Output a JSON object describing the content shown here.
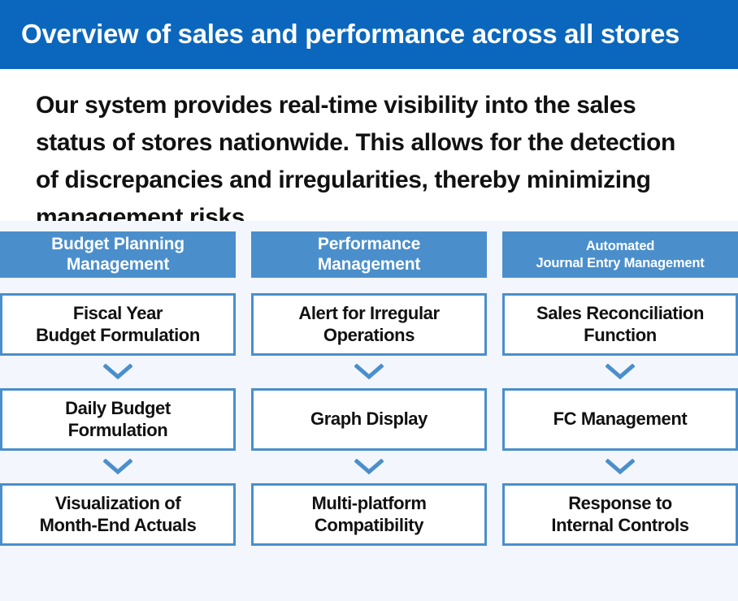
{
  "header": {
    "title": "Overview of sales and performance across all stores",
    "bar_color": "#0b67bd",
    "text_color": "#ffffff"
  },
  "intro": {
    "text": "Our system provides real-time visibility into the sales status of stores nationwide. This allows for the detection of discrepancies and irregularities, thereby minimizing management risks."
  },
  "theme": {
    "accent": "#4a8fcc",
    "header_blue": "#0b67bd",
    "section_bg": "#f3f6fc",
    "box_bg": "#ffffff",
    "text_dark": "#111111"
  },
  "matrix": {
    "arrow_icon": "chevron-down-icon",
    "columns": [
      {
        "header": "Budget Planning\nManagement",
        "header_line1": "Budget Planning",
        "header_line2": "Management",
        "header_size": "large",
        "nodes": [
          {
            "line1": "Fiscal Year",
            "line2": "Budget Formulation"
          },
          {
            "line1": "Daily Budget",
            "line2": "Formulation"
          },
          {
            "line1": "Visualization of",
            "line2": "Month-End Actuals"
          }
        ]
      },
      {
        "header": "Performance\nManagement",
        "header_line1": "Performance",
        "header_line2": "Management",
        "header_size": "large",
        "nodes": [
          {
            "line1": "Alert for Irregular",
            "line2": "Operations"
          },
          {
            "line1": "Graph Display",
            "line2": ""
          },
          {
            "line1": "Multi-platform",
            "line2": "Compatibility"
          }
        ]
      },
      {
        "header": "Automated\nJournal Entry Management",
        "header_line1": "Automated",
        "header_line2": "Journal Entry Management",
        "header_size": "small",
        "nodes": [
          {
            "line1": "Sales Reconciliation",
            "line2": "Function"
          },
          {
            "line1": "FC Management",
            "line2": ""
          },
          {
            "line1": "Response to",
            "line2": "Internal Controls"
          }
        ]
      }
    ]
  }
}
